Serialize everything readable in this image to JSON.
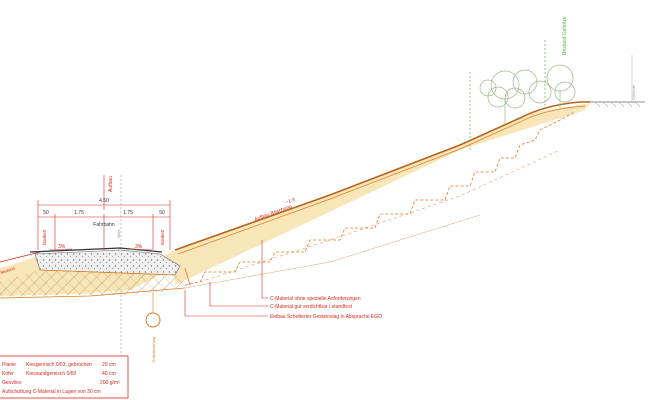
{
  "dimensions": {
    "width_total": "4.50",
    "half_left": "1.75",
    "half_right": "1.75",
    "edge_left": "50",
    "edge_right": "50",
    "cross_slope_left": "3%",
    "cross_slope_right": "3%",
    "slope_ratio": "~1:3"
  },
  "labels": {
    "aufbau_top": "Aufbau",
    "fahrbahn": "Fahrbahn",
    "bankett_left": "Bankett",
    "bankett_right": "Bankett",
    "mitte": "Mitte",
    "boeschung": "Aufbau Böschung",
    "left_slope": "Bestand",
    "drainage": "Entwässerung",
    "vegetation": "Bestand Gehölze",
    "terrain_right": "Gelände"
  },
  "legend_materials": [
    "C-Material ohne spezielle Anforderungen",
    "C-Material gut verdichtbar / standfest",
    "Einbau Schotterter Gesteinslag in Absprache EGO"
  ],
  "table": {
    "rows": [
      {
        "name": "Planie",
        "material": "Kiesgemisch 0/63, gebrochen",
        "value": "20 cm"
      },
      {
        "name": "Kofer",
        "material": "Kiessandgemisch 0/60",
        "value": "40 cm"
      },
      {
        "name": "Geovlies",
        "material": "",
        "value": "200 g/m²"
      },
      {
        "name": "Aufschüttung C-Material in Lagen von 30 cm",
        "material": "",
        "value": ""
      }
    ]
  },
  "colors": {
    "fill": "#f8e6b8",
    "line": "#e07a22",
    "red": "#d82a1e",
    "green": "#5ab04a",
    "grey": "#888888"
  }
}
